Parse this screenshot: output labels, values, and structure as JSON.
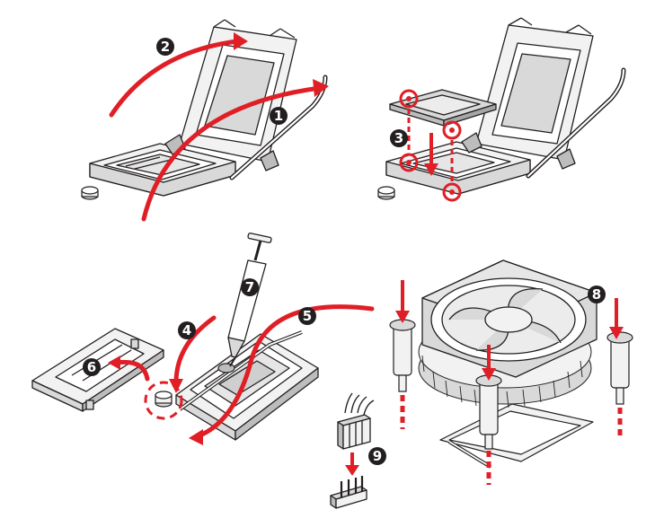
{
  "colors": {
    "accent": "#e01e26",
    "line": "#231f20",
    "fill_light": "#f2f2f2",
    "fill_mid": "#d9d9d9",
    "fill_dark": "#bdbdbd",
    "badge": "#231f20",
    "badge_text": "#ffffff"
  },
  "steps": [
    {
      "id": "1",
      "label": "1"
    },
    {
      "id": "2",
      "label": "2"
    },
    {
      "id": "3",
      "label": "3"
    },
    {
      "id": "4",
      "label": "4"
    },
    {
      "id": "5",
      "label": "5"
    },
    {
      "id": "6",
      "label": "6"
    },
    {
      "id": "7",
      "label": "7"
    },
    {
      "id": "8",
      "label": "8"
    },
    {
      "id": "9",
      "label": "9"
    }
  ],
  "icons": [
    "cpu-socket-open-icon",
    "cpu-insert-icon",
    "socket-cover-icon",
    "thermal-paste-syringe-icon",
    "cpu-cooler-icon",
    "fan-connector-icon"
  ]
}
